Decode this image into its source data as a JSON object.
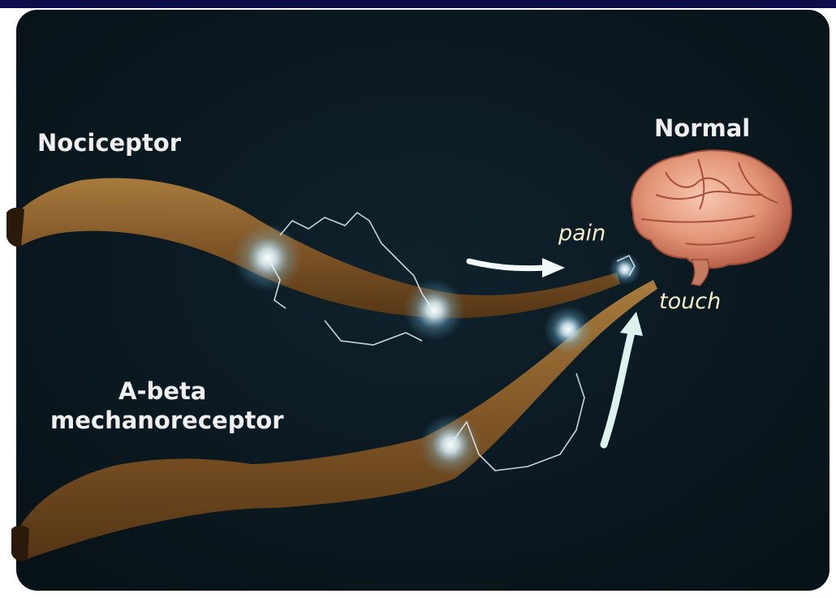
{
  "labels": {
    "nociceptor": "Nociceptor",
    "abeta_line1": "A-beta",
    "abeta_line2": "mechanoreceptor",
    "normal": "Normal",
    "pain": "pain",
    "touch": "touch"
  },
  "colors": {
    "background": "#0b1a22",
    "top_bar": "#0d0d4a",
    "nerve_fiber": "#9a6a2e",
    "nerve_highlight": "#d4a35c",
    "spark": "#e6f6ff",
    "arrow": "#f2fbfb",
    "label_text": "#f0f0f0",
    "italic_label_text": "#f5f0c8",
    "brain": "#e8a68c"
  },
  "icons": {
    "brain": "brain-illustration",
    "nerve": "nerve-fiber-illustration",
    "spark": "electric-spark-icon",
    "arrow": "curved-arrow-icon"
  }
}
